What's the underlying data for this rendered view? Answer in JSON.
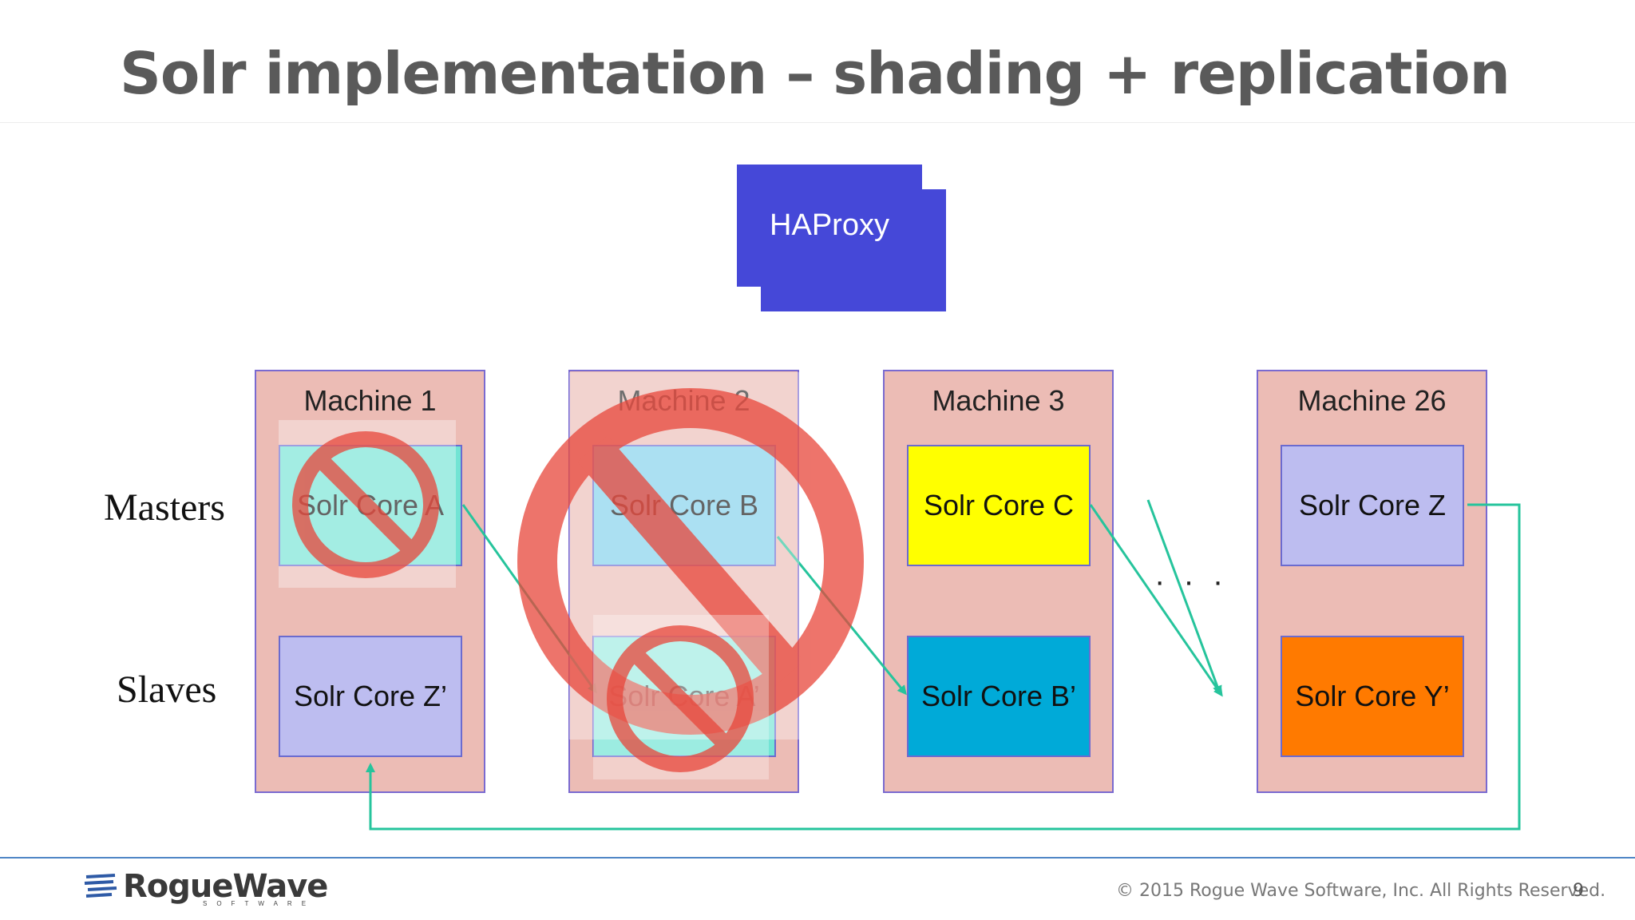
{
  "title": "Solr implementation – shading + replication",
  "haproxy": "HAProxy",
  "row_labels": {
    "masters": "Masters",
    "slaves": "Slaves"
  },
  "machines": [
    {
      "label": "Machine 1",
      "master": "Solr Core A",
      "slave": "Solr Core Z’",
      "master_color": "#72e4d4",
      "slave_color": "#bdbdf0",
      "failed": true
    },
    {
      "label": "Machine 2",
      "master": "Solr Core B",
      "slave": "Solr Core A’",
      "master_color": "#7fd0ec",
      "slave_color": "#72e4d4",
      "failed": true
    },
    {
      "label": "Machine 3",
      "master": "Solr Core C",
      "slave": "Solr Core B’",
      "master_color": "#ffff00",
      "slave_color": "#00aad8",
      "failed": false
    },
    {
      "label": "Machine 26",
      "master": "Solr Core Z",
      "slave": "Solr Core Y’",
      "master_color": "#bdbdf0",
      "slave_color": "#ff7a00",
      "failed": false
    }
  ],
  "ellipsis": "…",
  "colors": {
    "arrow": "#26c49c",
    "prohibit": "#e8463a",
    "title": "#5a5a5a",
    "accent": "#4f86c6"
  },
  "footer": {
    "logo": "RogueWave",
    "logo_sub": "SOFTWARE",
    "copyright": "© 2015 Rogue Wave Software, Inc. All Rights Reserved.",
    "page": "9"
  }
}
